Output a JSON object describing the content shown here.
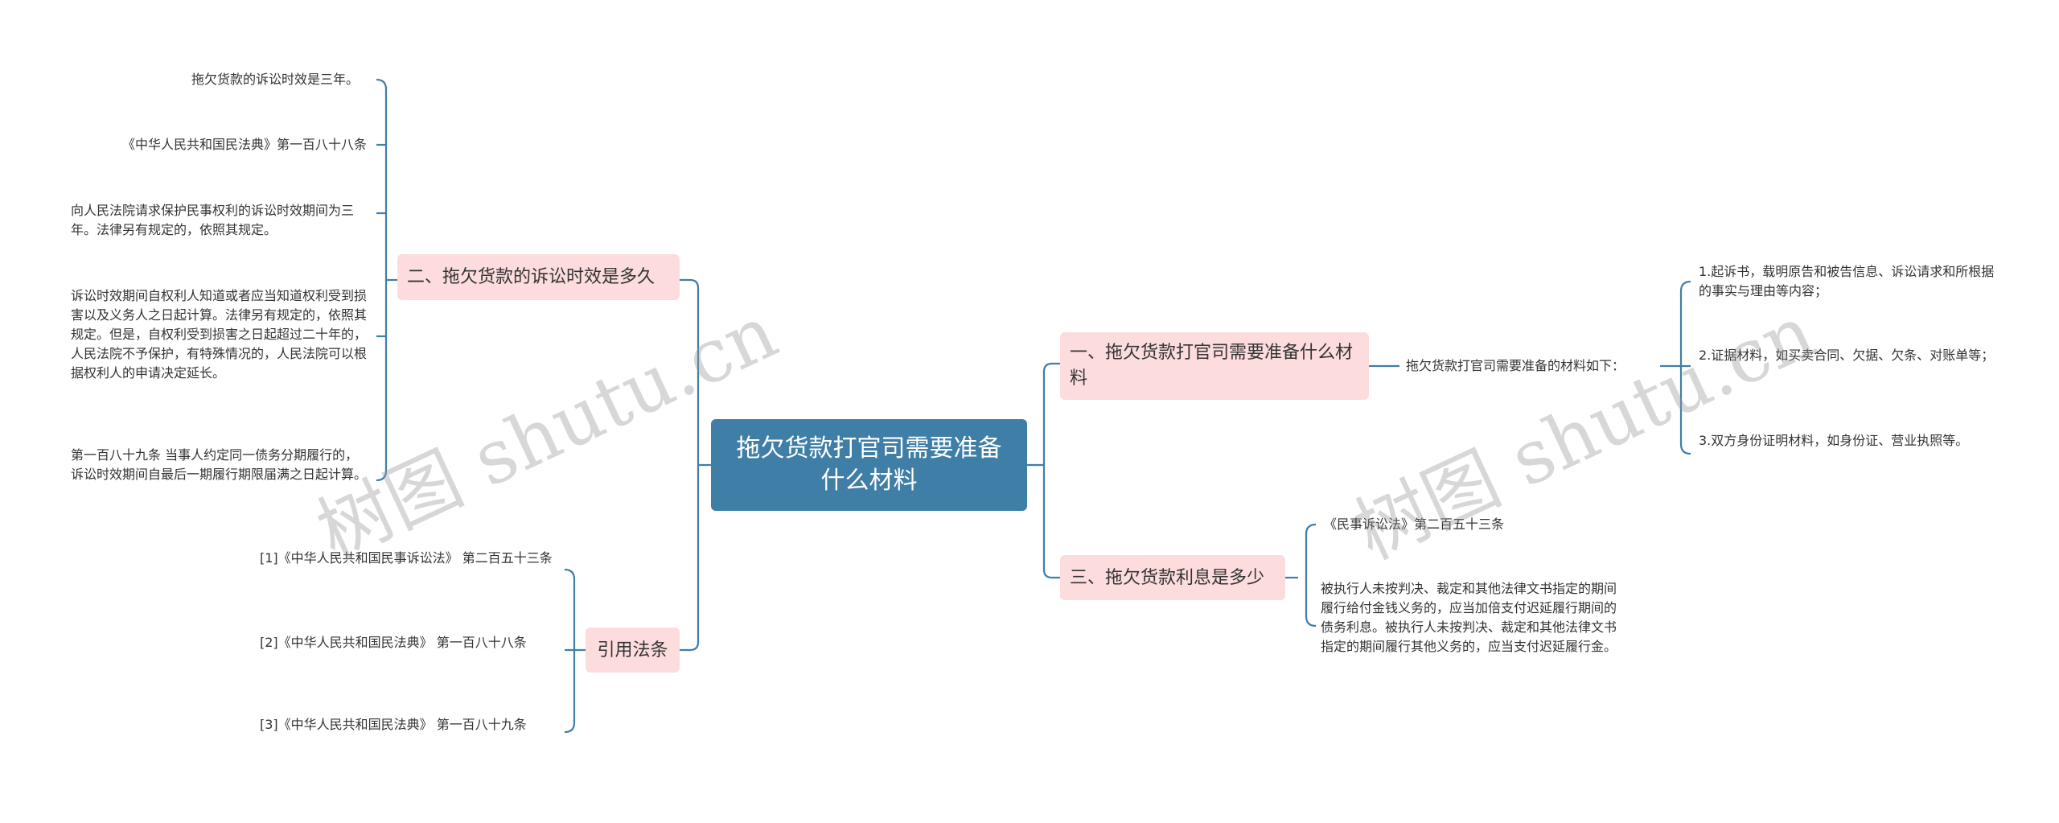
{
  "root": {
    "label": "拖欠货款打官司需要准备什么材料"
  },
  "branches": {
    "b1": {
      "label": "一、拖欠货款打官司需要准备什么材料",
      "sub": "拖欠货款打官司需要准备的材料如下：",
      "items": [
        "1.起诉书，载明原告和被告信息、诉讼请求和所根据的事实与理由等内容；",
        "2.证据材料，如买卖合同、欠据、欠条、对账单等；",
        "3.双方身份证明材料，如身份证、营业执照等。"
      ]
    },
    "b2": {
      "label": "二、拖欠货款的诉讼时效是多久",
      "items": [
        "拖欠货款的诉讼时效是三年。",
        "《中华人民共和国民法典》第一百八十八条",
        "向人民法院请求保护民事权利的诉讼时效期间为三年。法律另有规定的，依照其规定。",
        "诉讼时效期间自权利人知道或者应当知道权利受到损害以及义务人之日起计算。法律另有规定的，依照其规定。但是，自权利受到损害之日起超过二十年的，人民法院不予保护，有特殊情况的，人民法院可以根据权利人的申请决定延长。",
        "第一百八十九条 当事人约定同一债务分期履行的，诉讼时效期间自最后一期履行期限届满之日起计算。"
      ]
    },
    "b3": {
      "label": "三、拖欠货款利息是多少",
      "items": [
        "《民事诉讼法》第二百五十三条",
        "被执行人未按判决、裁定和其他法律文书指定的期间履行给付金钱义务的，应当加倍支付迟延履行期间的债务利息。被执行人未按判决、裁定和其他法律文书指定的期间履行其他义务的，应当支付迟延履行金。"
      ]
    },
    "b4": {
      "label": "引用法条",
      "items": [
        "[1]《中华人民共和国民事诉讼法》 第二百五十三条",
        "[2]《中华人民共和国民法典》 第一百八十八条",
        "[3]《中华人民共和国民法典》 第一百八十九条"
      ]
    }
  },
  "watermark": "树图 shutu.cn",
  "colors": {
    "root": "#3f7ea6",
    "branch": "#fcdcdc",
    "line": "#3f7ea6",
    "text": "#333333"
  }
}
